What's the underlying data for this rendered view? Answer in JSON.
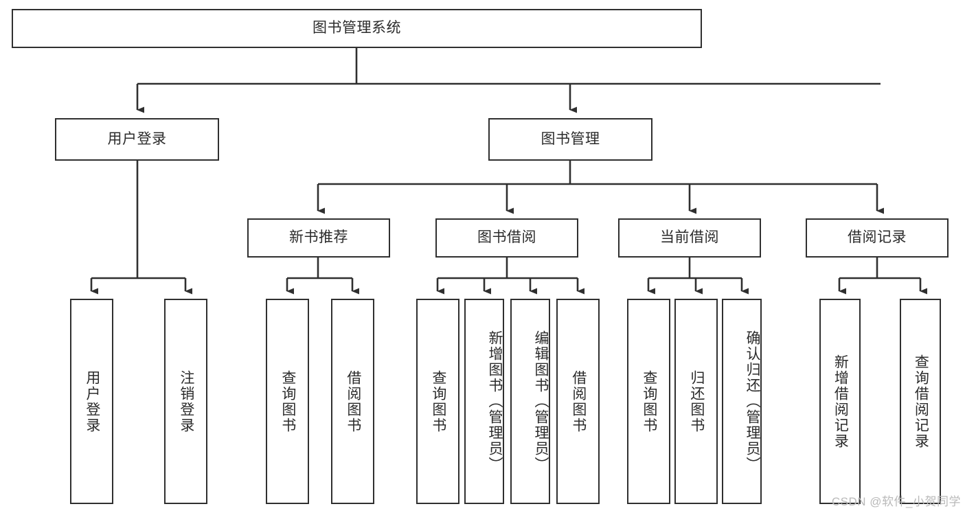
{
  "diagram": {
    "type": "tree",
    "title": "图书管理系统",
    "orientation": "top-down",
    "colors": {
      "box_border": "#2f2f2f",
      "box_fill": "#ffffff",
      "text": "#2b2b2b",
      "connector": "#2f2f2f",
      "watermark": "#b9b9b9",
      "background": "#ffffff"
    },
    "root": {
      "label": "图书管理系统"
    },
    "level2": [
      {
        "label": "用户登录"
      },
      {
        "label": "图书管理"
      }
    ],
    "level3": [
      {
        "label": "新书推荐"
      },
      {
        "label": "图书借阅"
      },
      {
        "label": "当前借阅"
      },
      {
        "label": "借阅记录"
      }
    ],
    "leaves": {
      "user_login": [
        {
          "label": "用户登录"
        },
        {
          "label": "注销登录"
        }
      ],
      "new_book_recommend": [
        {
          "label": "查询图书"
        },
        {
          "label": "借阅图书"
        }
      ],
      "book_borrow": [
        {
          "label": "查询图书"
        },
        {
          "label": "新增图书（管理员）"
        },
        {
          "label": "编辑图书（管理员）"
        },
        {
          "label": "借阅图书"
        }
      ],
      "current_borrow": [
        {
          "label": "查询图书"
        },
        {
          "label": "归还图书"
        },
        {
          "label": "确认归还（管理员）"
        }
      ],
      "borrow_record": [
        {
          "label": "新增借阅记录"
        },
        {
          "label": "查询借阅记录"
        }
      ]
    },
    "watermark": "CSDN @软件_小贺同学"
  }
}
